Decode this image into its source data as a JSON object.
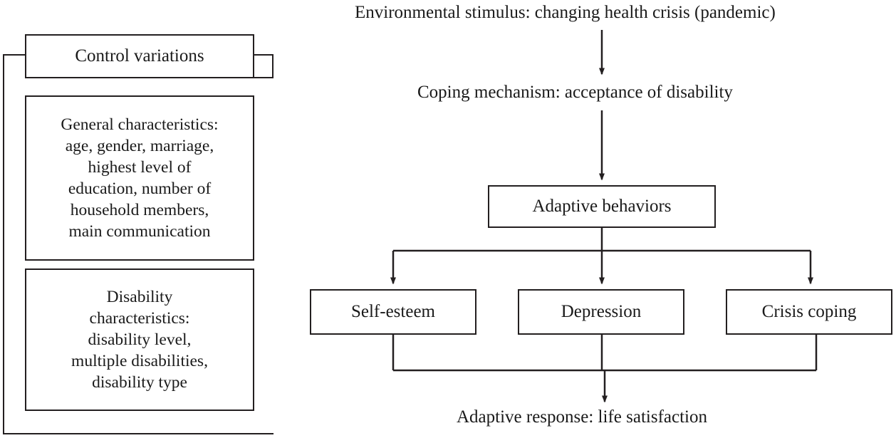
{
  "diagram": {
    "title_nodes": {
      "environmental_stimulus": "Environmental stimulus: changing health crisis (pandemic)",
      "coping_mechanism": "Coping mechanism: acceptance of disability",
      "adaptive_response": "Adaptive response: life satisfaction"
    },
    "left_panel": {
      "header": "Control variations",
      "general_characteristics": "General characteristics:\nage, gender, marriage,\nhighest level of\neducation, number of\nhousehold members,\nmain communication",
      "disability_characteristics": "Disability\ncharacteristics:\ndisability level,\nmultiple disabilities,\ndisability type"
    },
    "flow": {
      "adaptive_behaviors": "Adaptive behaviors",
      "outcomes": [
        "Self-esteem",
        "Depression",
        "Crisis coping"
      ]
    },
    "colors": {
      "stroke": "#231f20",
      "text": "#1a1a1a",
      "background": "#ffffff"
    }
  }
}
